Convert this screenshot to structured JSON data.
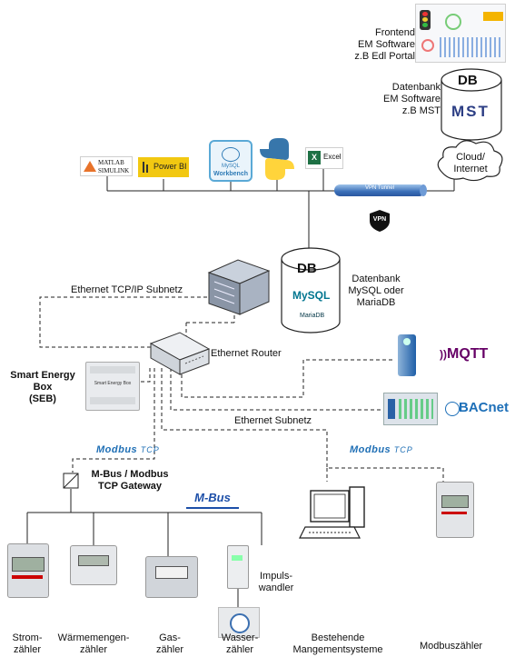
{
  "frontend": {
    "lines": [
      "Frontend",
      "EM Software",
      "z.B Edl Portal"
    ]
  },
  "db_top": {
    "title": "DB",
    "lines": [
      "Datenbank",
      "EM Software",
      "z.B MST"
    ],
    "logo": "MST"
  },
  "cloud": {
    "lines": [
      "Cloud/",
      "Internet"
    ]
  },
  "tools": {
    "matlab_1": "MATLAB",
    "matlab_2": "SIMULINK",
    "powerbi": "Power BI",
    "workbench_1": "MySQL",
    "workbench_2": "Workbench",
    "excel": "Excel"
  },
  "vpn": {
    "tunnel": "VPN Tunnel",
    "badge": "VPN"
  },
  "db_mid": {
    "title": "DB",
    "lines": [
      "Datenbank",
      "MySQL oder",
      "MariaDB"
    ],
    "mysql": "MySQL",
    "mariadb": "MariaDB"
  },
  "network": {
    "subnet_top": "Ethernet TCP/IP Subnetz",
    "router": "Ethernet Router",
    "subnet_bottom": "Ethernet Subnetz"
  },
  "seb": {
    "lines": [
      "Smart Energy",
      "Box",
      "(SEB)"
    ],
    "device_label": "Smart Energy Box"
  },
  "protocols": {
    "mqtt": "MQTT",
    "bacnet": "BACnet",
    "modbus": "Modbus",
    "tcp": "TCP",
    "mbus": "M-Bus"
  },
  "gateway": {
    "lines": [
      "M-Bus / Modbus",
      "TCP Gateway"
    ]
  },
  "impuls": {
    "lines": [
      "Impuls-",
      "wandler"
    ]
  },
  "meters": [
    {
      "lines": [
        "Strom-",
        "zähler"
      ]
    },
    {
      "lines": [
        "Wärmemengen-",
        "zähler"
      ]
    },
    {
      "lines": [
        "Gas-",
        "zähler"
      ]
    },
    {
      "lines": [
        "Wasser-",
        "zähler"
      ]
    }
  ],
  "bestehende": {
    "lines": [
      "Bestehende",
      "Mangementsysteme"
    ]
  },
  "modbuszaehler": "Modbuszähler"
}
